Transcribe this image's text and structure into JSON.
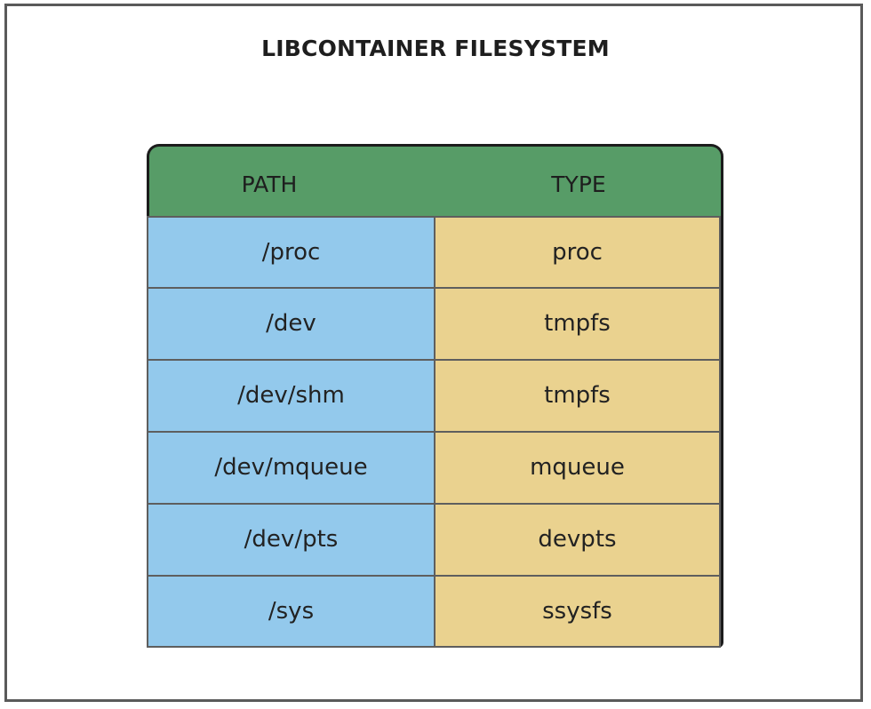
{
  "title": "LIBCONTAINER FILESYSTEM",
  "table": {
    "headers": {
      "path": "PATH",
      "type": "TYPE"
    },
    "rows": [
      {
        "path": "/proc",
        "type": "proc"
      },
      {
        "path": "/dev",
        "type": "tmpfs"
      },
      {
        "path": "/dev/shm",
        "type": "tmpfs"
      },
      {
        "path": "/dev/mqueue",
        "type": "mqueue"
      },
      {
        "path": "/dev/pts",
        "type": "devpts"
      },
      {
        "path": "/sys",
        "type": "ssysfs"
      }
    ]
  },
  "colors": {
    "header": "#579c67",
    "path_cell": "#93c9ec",
    "type_cell": "#ead28f",
    "frame": "#5a5a5a"
  }
}
